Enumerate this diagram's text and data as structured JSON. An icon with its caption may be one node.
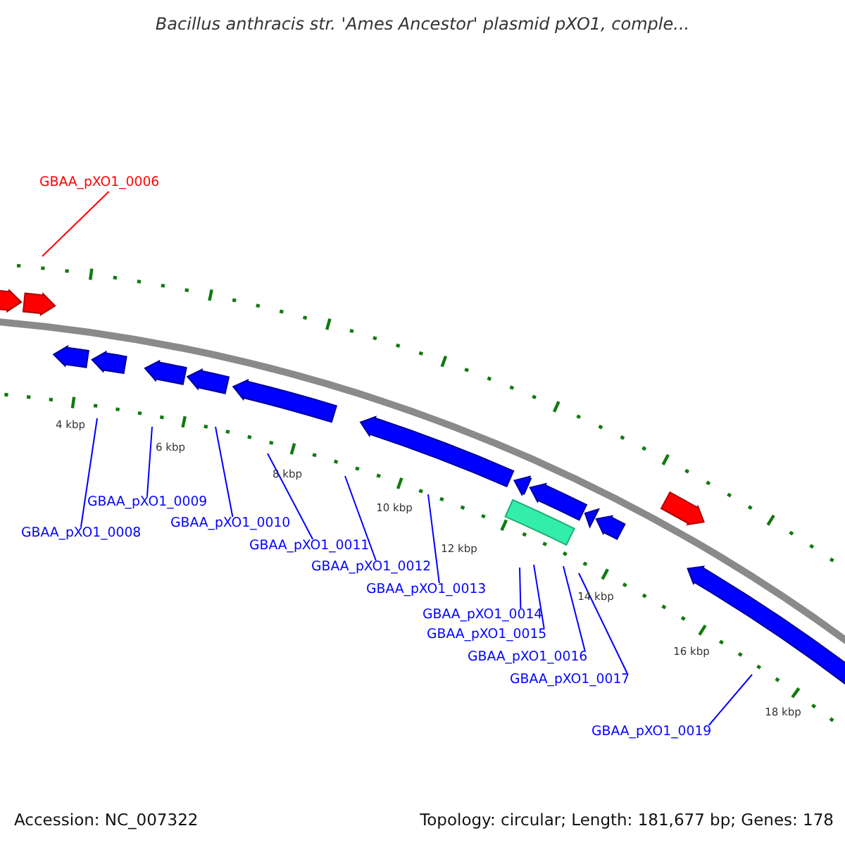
{
  "diagram": {
    "title": "Bacillus anthracis str. 'Ames Ancestor' plasmid pXO1, comple...",
    "nodes": [
      {
        "text": [
          "GBAA_pXO1_0006"
        ]
      },
      {
        "text": [
          "GBAA_pXO1_0008"
        ]
      },
      {
        "text": [
          "GBAA_pXO1_0009"
        ]
      },
      {
        "text": [
          "GBAA_pXO1_0010"
        ]
      },
      {
        "text": [
          "GBAA_pXO1_0011"
        ]
      },
      {
        "text": [
          "GBAA_pXO1_0012"
        ]
      },
      {
        "text": [
          "GBAA_pXO1_0013"
        ]
      },
      {
        "text": [
          "GBAA_pXO1_0014"
        ]
      },
      {
        "text": [
          "GBAA_pXO1_0015"
        ]
      },
      {
        "text": [
          "GBAA_pXO1_0016"
        ]
      },
      {
        "text": [
          "GBAA_pXO1_0017"
        ]
      },
      {
        "text": [
          "GBAA_pXO1_0019"
        ]
      }
    ],
    "edges": [
      {
        "from": 0,
        "to": null,
        "arrow": "none",
        "color": "#ff0000"
      },
      {
        "from": 1,
        "to": null,
        "arrow": "none"
      },
      {
        "from": 2,
        "to": null,
        "arrow": "none"
      },
      {
        "from": 3,
        "to": null,
        "arrow": "none"
      },
      {
        "from": 4,
        "to": null,
        "arrow": "none"
      },
      {
        "from": 5,
        "to": null,
        "arrow": "none"
      },
      {
        "from": 6,
        "to": null,
        "arrow": "none"
      },
      {
        "from": 7,
        "to": null,
        "arrow": "none"
      },
      {
        "from": 8,
        "to": null,
        "arrow": "none"
      },
      {
        "from": 9,
        "to": null,
        "arrow": "none"
      },
      {
        "from": 10,
        "to": null,
        "arrow": "none"
      },
      {
        "from": 11,
        "to": null,
        "arrow": "none"
      }
    ],
    "labels": [
      "4 kbp",
      "6 kbp",
      "8 kbp",
      "10 kbp",
      "12 kbp",
      "14 kbp",
      "16 kbp",
      "18 kbp",
      "Accession: NC_007322",
      "Topology: circular; Length: 181,677 bp; Genes: 178"
    ]
  }
}
